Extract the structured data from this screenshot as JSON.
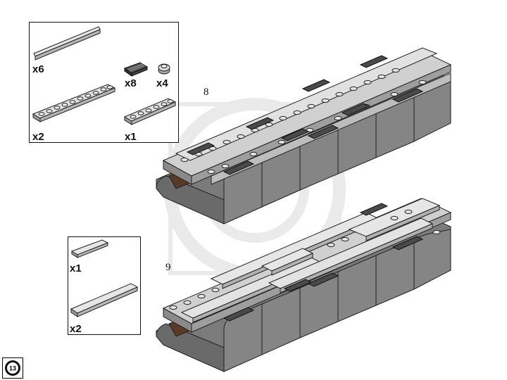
{
  "step8": {
    "number": "8",
    "parts": [
      {
        "icon": "plate-1x8-icon",
        "qty": "x6"
      },
      {
        "icon": "grille-tile-1x2-icon",
        "qty": "x8"
      },
      {
        "icon": "round-plate-1x1-icon",
        "qty": "x4"
      },
      {
        "icon": "plate-1x10-icon",
        "qty": "x2"
      },
      {
        "icon": "plate-1x6-icon",
        "qty": "x1"
      }
    ]
  },
  "step9": {
    "number": "9",
    "parts": [
      {
        "icon": "tile-1x4-icon",
        "qty": "x1"
      },
      {
        "icon": "tile-1x8-icon",
        "qty": "x2"
      }
    ]
  },
  "page": {
    "number": "13"
  },
  "colors": {
    "light_gray": "#c9c9c9",
    "dark_gray": "#6e6e6e",
    "brown": "#5a3a26",
    "outline": "#222222"
  }
}
